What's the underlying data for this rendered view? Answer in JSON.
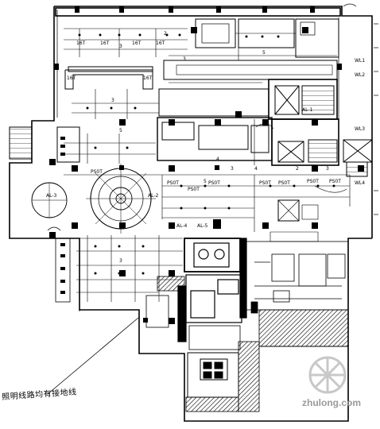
{
  "drawing": {
    "note": "照明线路均有接地线",
    "watermark": "zhulong.com",
    "labels": {
      "t1": "16T",
      "t2": "16T",
      "t3": "16T",
      "t4": "16T",
      "t5": "16T",
      "t6": "16T",
      "al1": "AL-1",
      "al2": "AL-2",
      "al3": "AL-3",
      "al4": "AL-4",
      "al5": "AL-5",
      "ps1": "PS0T",
      "ps2": "PS0T",
      "ps3": "PS0T",
      "ps4": "PS0T",
      "ps5": "PS0T",
      "ps6": "PS0T",
      "ps7": "PS0T",
      "ps8": "PS0T",
      "n3a": "3",
      "n3b": "3",
      "n3c": "3",
      "n3d": "3",
      "n3e": "3",
      "n3f": "3",
      "n5a": "5",
      "n5b": "5",
      "n5c": "5",
      "n2a": "2",
      "n2b": "2",
      "n4a": "4",
      "n4b": "4",
      "w1": "WL1",
      "w2": "WL2",
      "w3": "WL3",
      "w4": "WL4"
    }
  }
}
